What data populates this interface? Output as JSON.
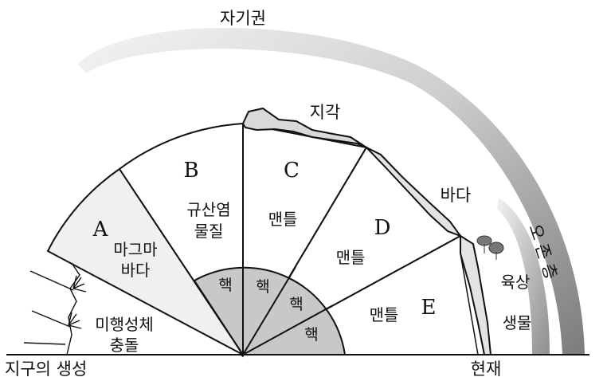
{
  "labels": {
    "magnetosphere": "자기권",
    "crust": "지각",
    "ocean": "바다",
    "ozone": "오 존 층",
    "land_life": [
      "육상",
      "생물"
    ],
    "planetesimal": [
      "미행성체",
      "충돌"
    ],
    "origin": "지구의 생성",
    "present": "현재"
  },
  "stages": {
    "A": {
      "letter": "A",
      "content": [
        "마그마",
        "바다"
      ]
    },
    "B": {
      "letter": "B",
      "content": [
        "규산염",
        "물질"
      ],
      "core": "핵"
    },
    "C": {
      "letter": "C",
      "content": [
        "맨틀"
      ],
      "core": "핵"
    },
    "D": {
      "letter": "D",
      "content": [
        "맨틀"
      ],
      "core": "핵"
    },
    "E": {
      "letter": "E",
      "content": [
        "맨틀"
      ],
      "core": "핵"
    }
  },
  "colors": {
    "light_fill": "#f0f0f0",
    "core_fill": "#c8c8c8",
    "crust_fill": "#d9d9d9",
    "outline": "#111111",
    "arc_light": "#f2f2f2",
    "arc_dark": "#8a8a8a"
  }
}
